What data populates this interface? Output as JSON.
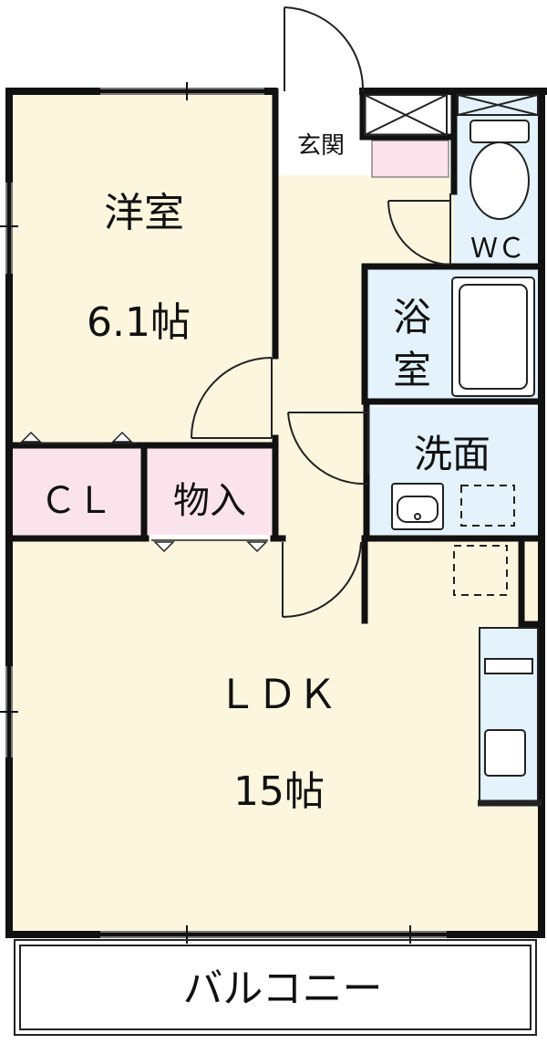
{
  "rooms": {
    "western_room": {
      "name": "洋室",
      "size": "6.1帖"
    },
    "entrance": {
      "name": "玄関"
    },
    "toilet": {
      "name": "ＷＣ"
    },
    "bathroom": {
      "name_line1": "浴",
      "name_line2": "室"
    },
    "washroom": {
      "name": "洗面"
    },
    "closet": {
      "name": "ＣＬ"
    },
    "storage": {
      "name": "物入"
    },
    "ldk": {
      "name": "ＬＤＫ",
      "size": "15帖"
    },
    "balcony": {
      "name": "バルコニー"
    }
  },
  "colors": {
    "wall": "#111111",
    "living_floor": "#fdf6df",
    "wet_area": "#e3f2fb",
    "closet_floor": "#fbe3ec",
    "entrance_floor": "#ffffff"
  }
}
